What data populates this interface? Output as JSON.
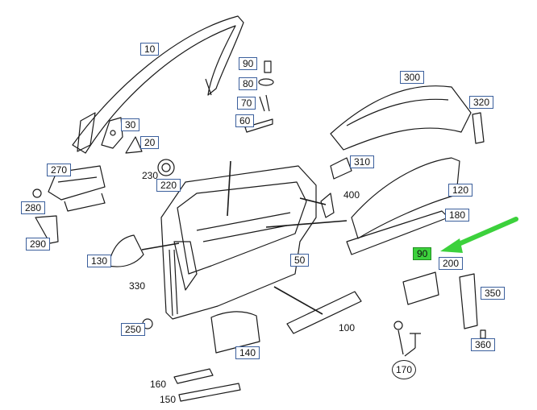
{
  "diagram": {
    "callouts": {
      "c10": "10",
      "c20": "20",
      "c30": "30",
      "c50": "50",
      "c60": "60",
      "c70": "70",
      "c80": "80",
      "c90": "90",
      "c90b": "90",
      "c100": "100",
      "c120": "120",
      "c130": "130",
      "c140": "140",
      "c150": "150",
      "c160": "160",
      "c170": "170",
      "c180": "180",
      "c200": "200",
      "c220": "220",
      "c230": "230",
      "c250": "250",
      "c270": "270",
      "c280": "280",
      "c290": "290",
      "c300": "300",
      "c310": "310",
      "c320": "320",
      "c330": "330",
      "c350": "350",
      "c360": "360",
      "c400": "400"
    },
    "colors": {
      "line": "#1a1a1a",
      "box_border": "#3b5f9c",
      "highlight": "#3cd13c",
      "arrow": "#3cd13c"
    }
  }
}
